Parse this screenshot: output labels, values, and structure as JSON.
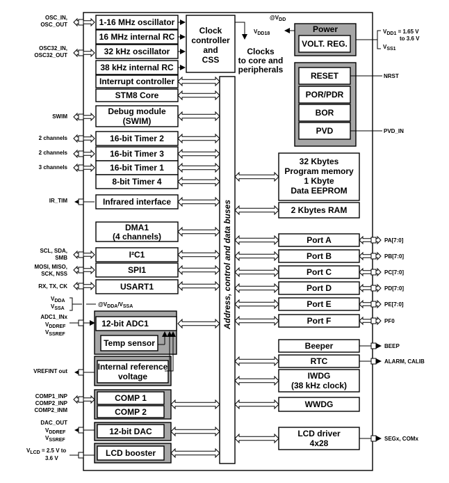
{
  "blocks": {
    "osc_1_16": "1-16 MHz oscillator",
    "rc_16": "16 MHz internal RC",
    "osc_32k": "32 kHz oscillator",
    "rc_38k": "38 kHz internal RC",
    "clock_ctrl": [
      "Clock",
      "controller",
      "and",
      "CSS"
    ],
    "clocks_out": [
      "Clocks",
      "to core and",
      "peripherals"
    ],
    "int_ctrl": "Interrupt controller",
    "core": "STM8 Core",
    "debug": [
      "Debug module",
      "(SWIM)"
    ],
    "tim2": "16-bit Timer 2",
    "tim3": "16-bit Timer 3",
    "tim1": "16-bit Timer 1",
    "tim4": "8-bit Timer 4",
    "infrared": "Infrared interface",
    "dma": [
      "DMA1",
      "(4 channels)"
    ],
    "i2c": "I²C1",
    "spi": "SPI1",
    "usart": "USART1",
    "adc": "12-bit ADC1",
    "temp": "Temp sensor",
    "vref": [
      "Internal reference",
      "voltage"
    ],
    "comp1": "COMP 1",
    "comp2": "COMP 2",
    "dac": "12-bit DAC",
    "lcd_booster": "LCD booster",
    "bus": "Address, control and data buses",
    "power": "Power",
    "volt_reg": "VOLT. REG.",
    "reset": "RESET",
    "por": "POR/PDR",
    "bor": "BOR",
    "pvd": "PVD",
    "memory": [
      "32 Kbytes",
      "Program memory",
      "1 Kbyte",
      "Data EEPROM"
    ],
    "ram": "2 Kbytes RAM",
    "port_a": "Port A",
    "port_b": "Port B",
    "port_c": "Port C",
    "port_d": "Port D",
    "port_e": "Port E",
    "port_f": "Port F",
    "beeper": "Beeper",
    "rtc": "RTC",
    "iwdg": [
      "IWDG",
      "(38 kHz clock)"
    ],
    "wwdg": "WWDG",
    "lcd_driver": [
      "LCD driver",
      "4x28"
    ]
  },
  "signals": {
    "osc_in": "OSC_IN,",
    "osc_out": "OSC_OUT",
    "osc32_in": "OSC32_IN,",
    "osc32_out": "OSC32_OUT",
    "swim": "SWIM",
    "ch2a": "2 channels",
    "ch2b": "2 channels",
    "ch3": "3 channels",
    "ir_tim": "IR_TIM",
    "i2c_a": "SCL, SDA,",
    "i2c_b": "SMB",
    "spi_a": "MOSI, MISO,",
    "spi_b": "SCK, NSS",
    "usart": "RX, TX, CK",
    "vdda": "V",
    "vdda_sub": "DDA",
    "vssa": "V",
    "vssa_sub": "SSA",
    "at_vdda": "@V",
    "at_vdda_sub": "DDA",
    "slash_v": "/V",
    "at_vssa_sub": "SSA",
    "adc_in": "ADC1_INx",
    "vddref": "V",
    "vddref_sub": "DDREF",
    "vssref": "V",
    "vssref_sub": "SSREF",
    "vrefint": "VREFINT out",
    "comp1_inp": "COMP1_INP",
    "comp2_inp": "COMP2_INP",
    "comp2_inm": "COMP2_INM",
    "dac_out": "DAC_OUT",
    "vddref2": "V",
    "vddref2_sub": "DDREF",
    "vssref2": "V",
    "vssref2_sub": "SSREF",
    "vlcd": "V",
    "vlcd_sub": "LCD",
    "vlcd_val": " = 2.5 V to",
    "vlcd_val2": "3.6 V",
    "at_vdd": "@V",
    "at_vdd_sub": "DD",
    "vdd18": "V",
    "vdd18_sub": "DD18",
    "vdd1": "V",
    "vdd1_sub": "DD1",
    "vdd1_val": " = 1.65 V",
    "vdd1_val2": "to 3.6 V",
    "vss1": "V",
    "vss1_sub": "SS1",
    "nrst": "NRST",
    "pvd_in": "PVD_IN",
    "pa": "PA[7:0]",
    "pb": "PB[7:0]",
    "pc": "PC[7:0]",
    "pd": "PD[7:0]",
    "pe": "PE[7:0]",
    "pf": "PF0",
    "beep": "BEEP",
    "alarm": "ALARM, CALIB",
    "seg": "SEGx, COMx"
  },
  "colors": {
    "gray_block": "#a6a6a6",
    "line": "#000000",
    "background": "#ffffff"
  }
}
